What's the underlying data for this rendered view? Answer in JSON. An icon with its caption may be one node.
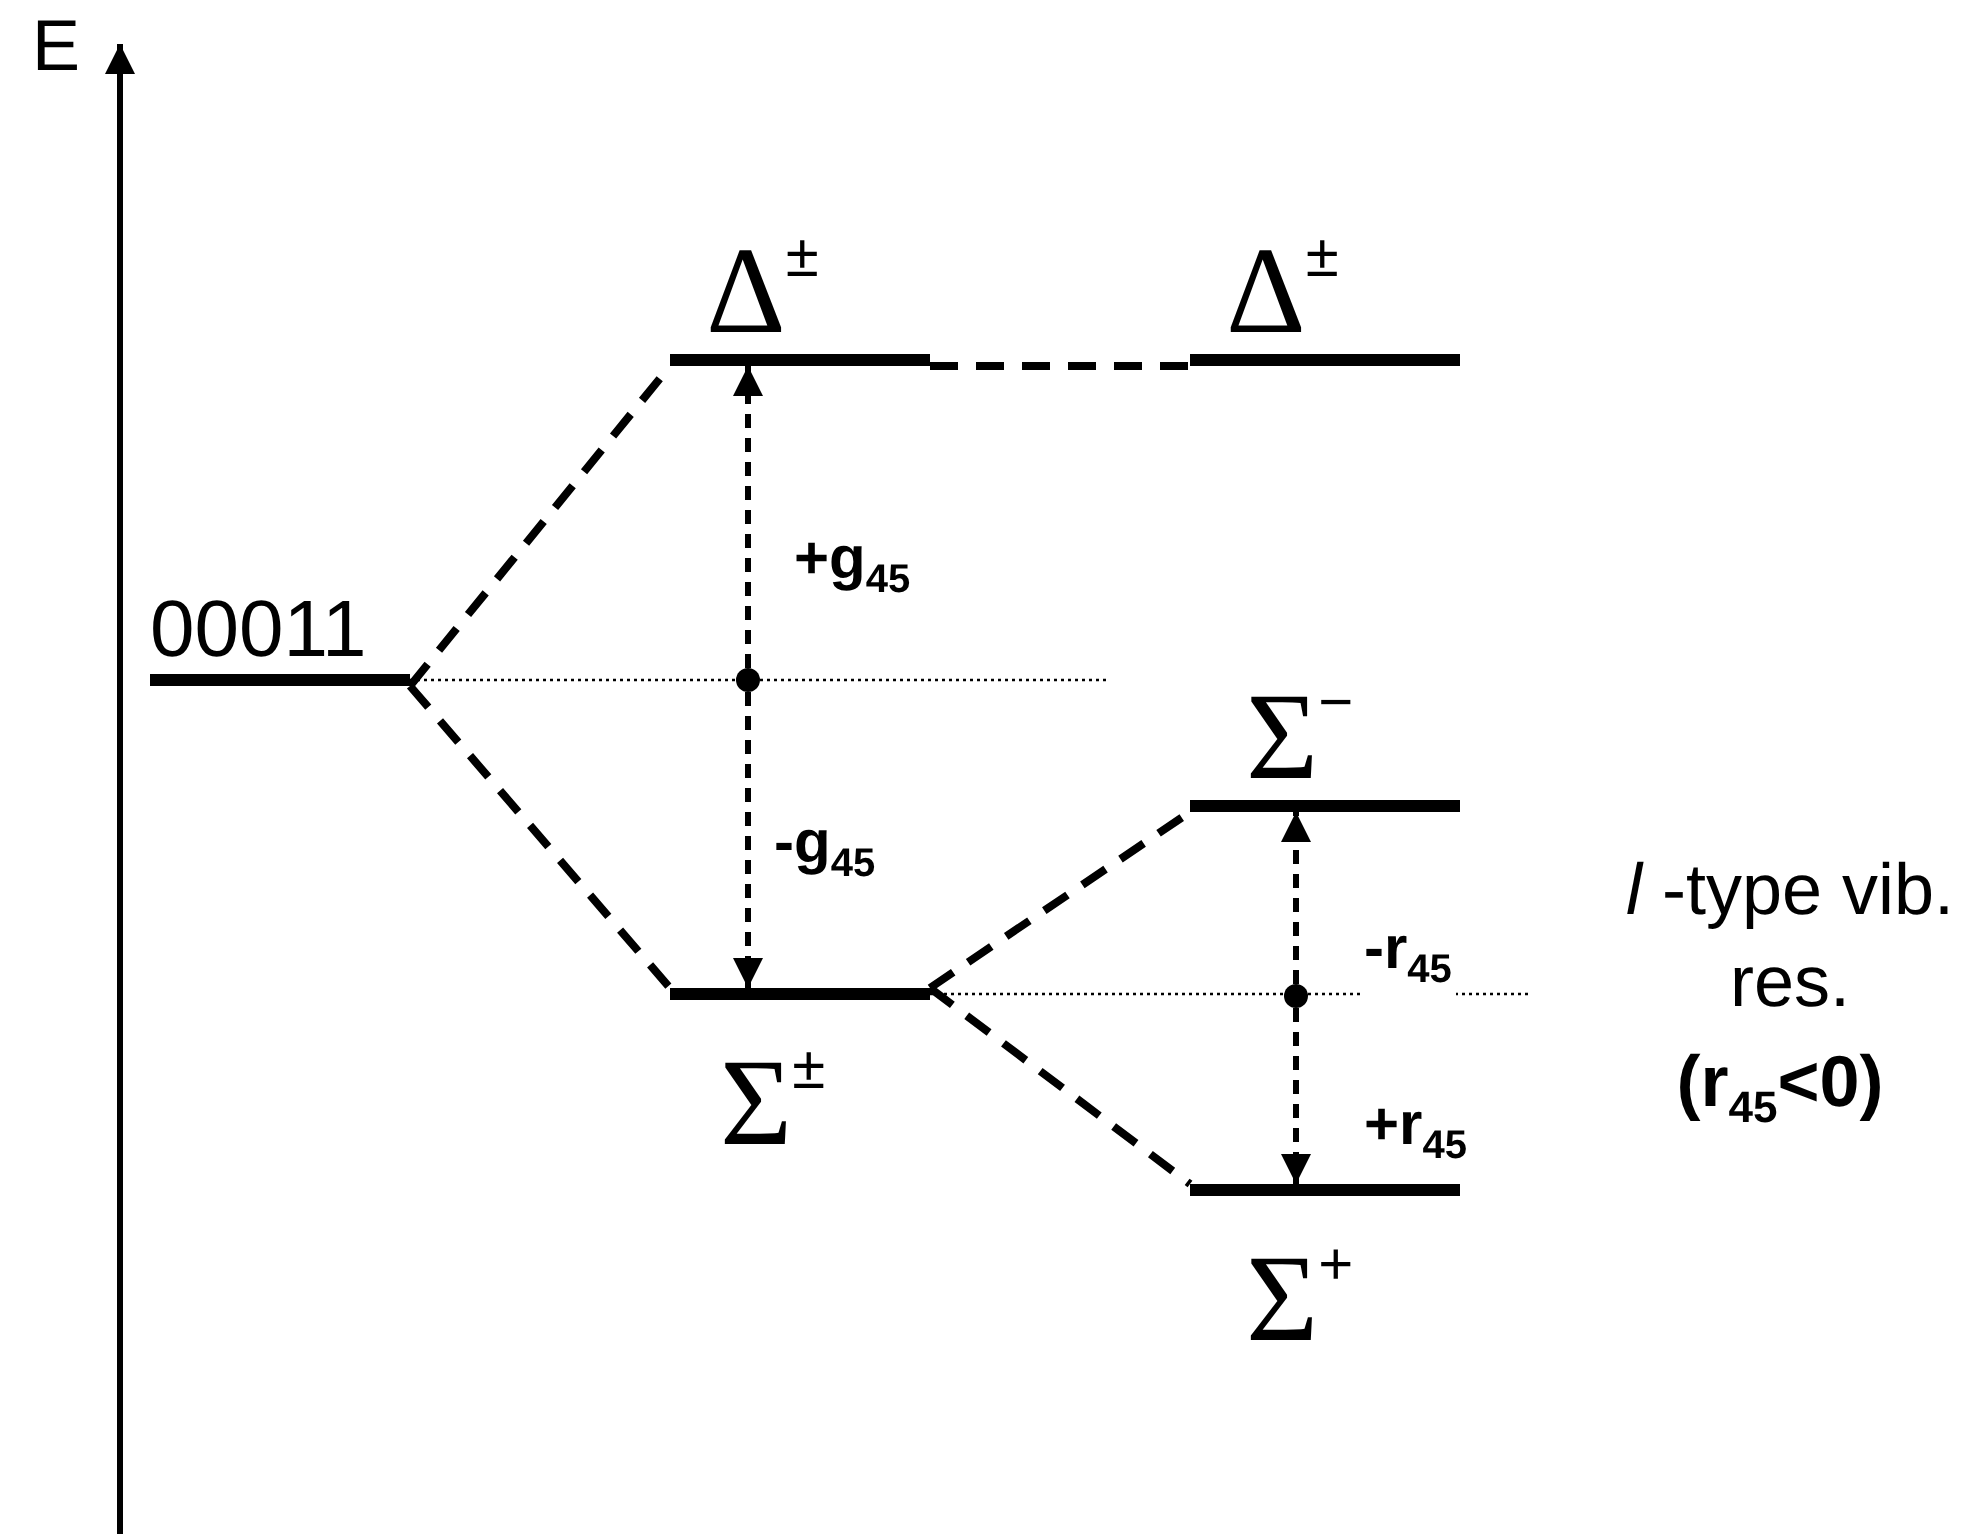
{
  "diagram": {
    "nodes": [
      {
        "text": [
          "Δ$^{±}$"
        ]
      },
      {
        "text": [
          "Δ$^{±}$"
        ]
      },
      {
        "text": [
          "00011"
        ]
      },
      {
        "text": [],
        "shape": "circle"
      },
      {
        "text": [
          "Σ$^{−}$"
        ]
      },
      {
        "text": [
          "Σ$^{±}$"
        ]
      },
      {
        "text": [],
        "shape": "circle"
      },
      {
        "text": [
          "Σ$^{+}$"
        ]
      }
    ],
    "edges": [
      {
        "from": 2,
        "to": 0,
        "arrow": "none",
        "style": "dashed"
      },
      {
        "from": 2,
        "to": 5,
        "arrow": "none",
        "style": "dashed"
      },
      {
        "from": 0,
        "to": 1,
        "arrow": "none",
        "style": "dashed"
      },
      {
        "from": 5,
        "to": 4,
        "arrow": "none",
        "style": "dashed"
      },
      {
        "from": 5,
        "to": 7,
        "arrow": "none",
        "style": "dashed"
      },
      {
        "from": 3,
        "to": 0,
        "arrow": "to",
        "style": "dashed",
        "label": "+g$_{45}$"
      },
      {
        "from": 3,
        "to": 5,
        "arrow": "to",
        "style": "dashed",
        "label": "-g$_{45}$"
      },
      {
        "from": 6,
        "to": 4,
        "arrow": "to",
        "style": "dashed",
        "label": "-r$_{45}$"
      },
      {
        "from": 6,
        "to": 7,
        "arrow": "to",
        "style": "dashed",
        "label": "+r$_{45}$"
      }
    ],
    "labels": [
      "E",
      "*l* -type vib. res.",
      "(r$_{45}$<0)"
    ]
  }
}
